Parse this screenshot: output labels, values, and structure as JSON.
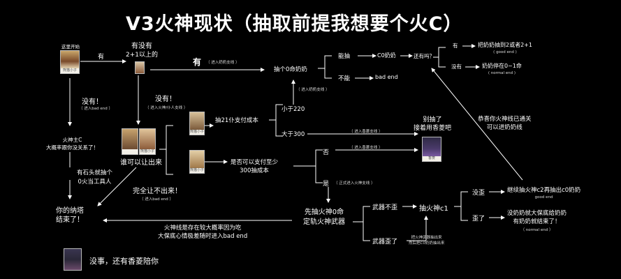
{
  "title": "V3火神现状（抽取前提我想要个火C）",
  "nodes": {
    "start_label": "这里开始",
    "have_2plus1_line1": "有没有",
    "have_2plus1_line2": "2+1以上的",
    "edge_yes_1": "有",
    "edge_yes_2": "有",
    "edge_yes_2_sub": "（ 进入奶奶支线 ）",
    "edge_no_1": "没有！",
    "edge_no_1_sub": "（ 进入bad end ）",
    "edge_no_2": "没有！",
    "edge_no_2_sub": "（ 进入火神/仆人支线 ）",
    "fire_main_c_line1": "火神主C",
    "fire_main_c_line2": "大概率跟你没关系了！",
    "stone_line1": "有石头就抽个",
    "stone_line2": "0火当工具人",
    "who_yield": "谁可以让出来",
    "cannot_yield": "完全让不出来！",
    "cannot_yield_sub": "（ 进入bad end ）",
    "your_nata_line1": "你的纳塔",
    "your_nata_line2": "结束了！",
    "no_worries": "没事，还有香菱陪你",
    "draw_21": "抽21仆支付成本",
    "less_220": "小于220",
    "more_300": "大于300",
    "afford_line1": "是否可以支付至少",
    "afford_line2": "300抽成本",
    "yes": "是",
    "yes_sub": "（ 正式进入火神支线 ）",
    "no": "否",
    "no_sub": "（ 进入香菱支线 ）",
    "more_300_sub": "（ 进入香菱支线 ）",
    "stop_draw_line1": "别抽了",
    "stop_draw_line2": "接着用香菱吧",
    "draw_c0_line1": "先抽火神0命",
    "draw_c0_line2": "定轨火神武器",
    "weapon_ok": "武器不歪",
    "weapon_lost": "武器歪了",
    "weapon_lost_note_line1": "把火神武器抽出来",
    "weapon_lost_note_line2": "然后把C0奶奶抽出来",
    "fire_c1": "抽火神c1",
    "lose_5050_no": "没歪",
    "lose_5050_yes": "歪了",
    "keep_drawing": "继续抽火神c2再抽出c0奶奶",
    "keep_drawing_sub": "good end",
    "no_grandma_line1": "没奶奶就大保底给奶奶",
    "no_grandma_line2": "有奶奶就结束了！",
    "no_grandma_sub": "（ normal end ）",
    "congrats_line1": "恭喜你火神线已通关",
    "congrats_line2": "可以进奶奶线",
    "fire_line_note_line1": "火神线是存在较大概率因为吃",
    "fire_line_note_line2": "大保底心情极差随时进入bad end",
    "grandma_c0": "抽个0命奶奶",
    "grandma_c0_sub": "（ 进入奶奶支线 ）",
    "can_draw": "能抽",
    "cannot_draw": "不能",
    "bad_end": "bad end",
    "c0_grandma": "C0奶奶",
    "any_more": "还有吗？",
    "has": "有",
    "has_none": "没有",
    "get_c2": "把奶奶抽到2或者2+1",
    "get_c2_sub": "( good end )",
    "stop_c0": "奶奶停在0~1命",
    "stop_c0_sub": "( normal end )"
  },
  "portraits": {
    "p1": "熊猫小子",
    "p2": "",
    "p3a": "熊猫小子",
    "p3b": "熊猫小子",
    "p4": "熊猫小子",
    "p5": "熊猫小子",
    "p6": "香菱",
    "p7": ""
  },
  "colors": {
    "background": "#000000",
    "text": "#ffffff",
    "line": "#ffffff"
  }
}
